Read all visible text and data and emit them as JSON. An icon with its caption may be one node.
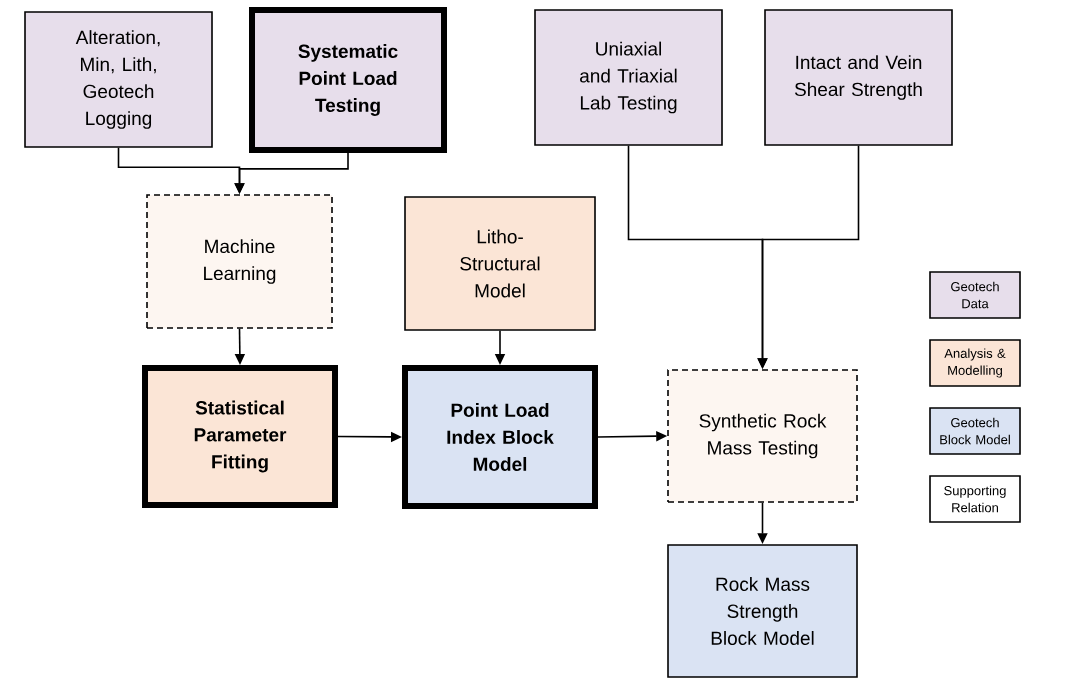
{
  "diagram": {
    "nodes": [
      {
        "text": [
          "Alteration, Min, Lith, Geotech Logging"
        ]
      },
      {
        "text": [
          "Systematic Point Load Testing"
        ]
      },
      {
        "text": [
          "Uniaxial and Triaxial Lab Testing"
        ]
      },
      {
        "text": [
          "Intact and Vein Shear Strength"
        ]
      },
      {
        "text": [
          "Machine Learning"
        ]
      },
      {
        "text": [
          "Litho-Structural Model"
        ]
      },
      {
        "text": [
          "Statistical Parameter Fitting"
        ]
      },
      {
        "text": [
          "Point Load Index Block Model"
        ]
      },
      {
        "text": [
          "Synthetic Rock Mass Testing"
        ]
      },
      {
        "text": [
          "Rock Mass Strength Block Model"
        ]
      }
    ],
    "edges": [
      {
        "from": 0,
        "to": 4,
        "arrow": "to"
      },
      {
        "from": 1,
        "to": 4,
        "arrow": "to"
      },
      {
        "from": 4,
        "to": 6,
        "arrow": "to"
      },
      {
        "from": 5,
        "to": 7,
        "arrow": "to"
      },
      {
        "from": 6,
        "to": 7,
        "arrow": "to"
      },
      {
        "from": 7,
        "to": 8,
        "arrow": "to"
      },
      {
        "from": 2,
        "to": 8,
        "arrow": "to"
      },
      {
        "from": 3,
        "to": 8,
        "arrow": "to"
      },
      {
        "from": 8,
        "to": 9,
        "arrow": "to"
      }
    ],
    "legend": [
      {
        "text": "Geotech Data",
        "color": "#e7deeb"
      },
      {
        "text": "Analysis & Modelling",
        "color": "#fbe5d6"
      },
      {
        "text": "Geotech Block Model",
        "color": "#dae3f3"
      },
      {
        "text": "Supporting Relation"
      }
    ]
  }
}
